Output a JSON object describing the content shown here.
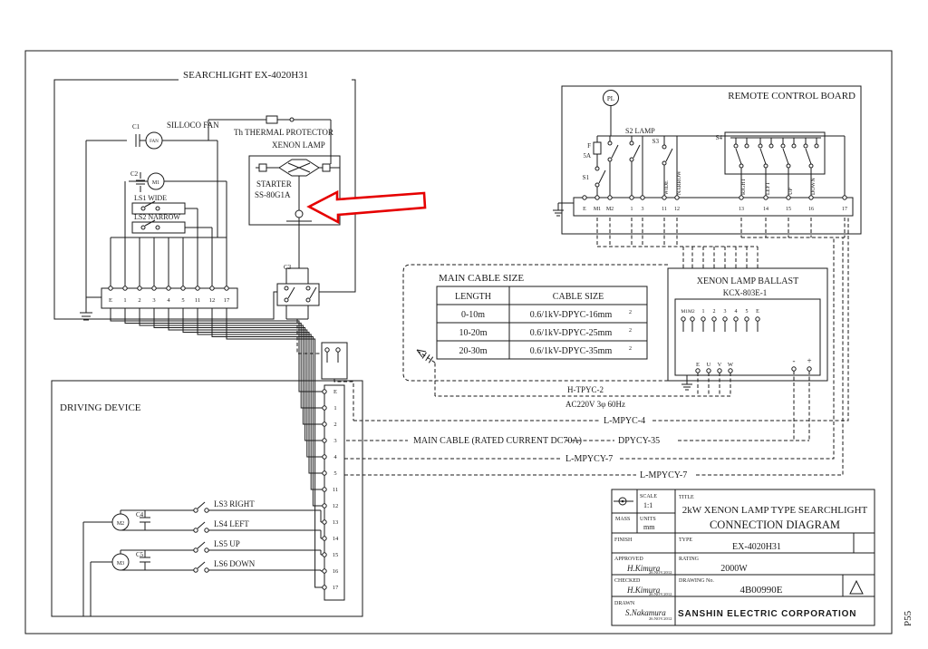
{
  "page": {
    "page_no": "P55"
  },
  "searchlight": {
    "title": "SEARCHLIGHT  EX-4020H31",
    "silloco_fan": "SILLOCO FAN",
    "fan": "FAN",
    "c1": "C1",
    "c2": "C2",
    "c3": "C3",
    "thermal": "Th THERMAL PROTECTOR",
    "xenon_lamp": "XENON LAMP",
    "starter_l1": "STARTER",
    "starter_l2": "SS-80G1A",
    "m1": "M1",
    "ls1": "LS1 WIDE",
    "ls2": "LS2 NARROW",
    "terminals": [
      "E",
      "1",
      "2",
      "3",
      "4",
      "5",
      "11",
      "12",
      "17"
    ]
  },
  "remote": {
    "title": "REMOTE CONTROL BOARD",
    "pl": "PL",
    "f": "F",
    "f_amp": "5A",
    "s1": "S1",
    "s2": "S2 LAMP",
    "s3": "S3",
    "s4": "S4",
    "dirs": [
      "WIDE",
      "NARROW",
      "RIGHT",
      "LEFT",
      "UP",
      "DOWN"
    ],
    "terminals": [
      "E",
      "M1",
      "M2",
      "1",
      "3",
      "11",
      "12",
      "13",
      "14",
      "15",
      "16",
      "17"
    ]
  },
  "table": {
    "title": "MAIN CABLE SIZE",
    "col1": "LENGTH",
    "col2": "CABLE SIZE",
    "rows": [
      [
        "0-10m",
        "0.6/1kV-DPYC-16mm"
      ],
      [
        "10-20m",
        "0.6/1kV-DPYC-25mm"
      ],
      [
        "20-30m",
        "0.6/1kV-DPYC-35mm"
      ]
    ],
    "sup": "2"
  },
  "ballast": {
    "title": "XENON LAMP BALLAST",
    "model": "KCX-803E-1",
    "top": [
      "M1M2",
      "1",
      "2",
      "3",
      "4",
      "5",
      "E"
    ],
    "bottom": [
      "E",
      "U",
      "V",
      "W"
    ],
    "minus": "-",
    "plus": "+"
  },
  "cables": {
    "htpyc": "H-TPYC-2",
    "ac": "AC220V 3φ 60Hz",
    "lmpyc4": "L-MPYC-4",
    "main_rated": "MAIN CABLE (RATED CURRENT DC70A)",
    "dpycy": "DPYCY-35",
    "lmpycy7a": "L-MPYCY-7",
    "lmpycy7b": "L-MPYCY-7"
  },
  "driving": {
    "title": "DRIVING DEVICE",
    "m2": "M2",
    "m3": "M3",
    "c4": "C4",
    "c5": "C5",
    "ls3": "LS3 RIGHT",
    "ls4": "LS4 LEFT",
    "ls5": "LS5 UP",
    "ls6": "LS6 DOWN",
    "terminals": [
      "E",
      "1",
      "2",
      "3",
      "4",
      "5",
      "11",
      "12",
      "13",
      "14",
      "15",
      "16",
      "17"
    ]
  },
  "tb": {
    "scale_label": "SCALE",
    "scale_value": "1:1",
    "units_label": "UNITS",
    "units_value": "mm",
    "mass_label": "MASS",
    "title_label": "TITLE",
    "title_line1": "2kW XENON LAMP TYPE SEARCHLIGHT",
    "title_line2": "CONNECTION DIAGRAM",
    "finish_label": "FINISH",
    "type_label": "TYPE",
    "type_value": "EX-4020H31",
    "approved_label": "APPROVED",
    "approved_sig": "H.Kimura",
    "approved_date": "26.NOV.2012",
    "checked_label": "CHECKED",
    "checked_sig": "H.Kimura",
    "checked_date": "26.NOV.2012",
    "drawn_label": "DRAWN",
    "drawn_sig": "S.Nakamura",
    "drawn_date": "26.NOV.2012",
    "rating_label": "RATING",
    "rating_value": "2000W",
    "drawing_label": "DRAWING No.",
    "drawing_value": "4B00990E",
    "company": "SANSHIN ELECTRIC CORPORATION"
  }
}
